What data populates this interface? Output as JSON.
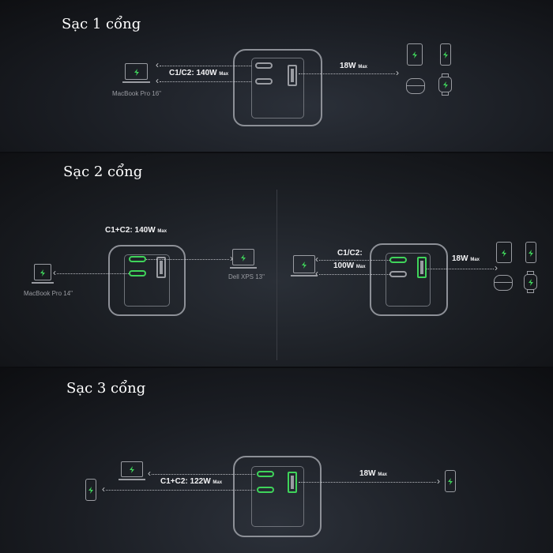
{
  "sections": [
    {
      "title": "Sạc 1 cổng",
      "left_label": "C1/C2: 140W",
      "right_label": "18W",
      "max": "Max",
      "device_left": "MacBook Pro 16\""
    },
    {
      "title": "Sạc 2 cổng",
      "left_panel": {
        "label": "C1+C2: 140W",
        "max": "Max",
        "device_left": "MacBook Pro 14\"",
        "device_right": "Dell XPS 13\""
      },
      "right_panel": {
        "label_line1": "C1/C2:",
        "label_line2": "100W",
        "max": "Max",
        "right_label": "18W"
      }
    },
    {
      "title": "Sạc 3 cổng",
      "left_label": "C1+C2: 122W",
      "right_label": "18W",
      "max": "Max"
    }
  ],
  "colors": {
    "accent": "#3fd35a",
    "outline": "#9a9ca2"
  }
}
